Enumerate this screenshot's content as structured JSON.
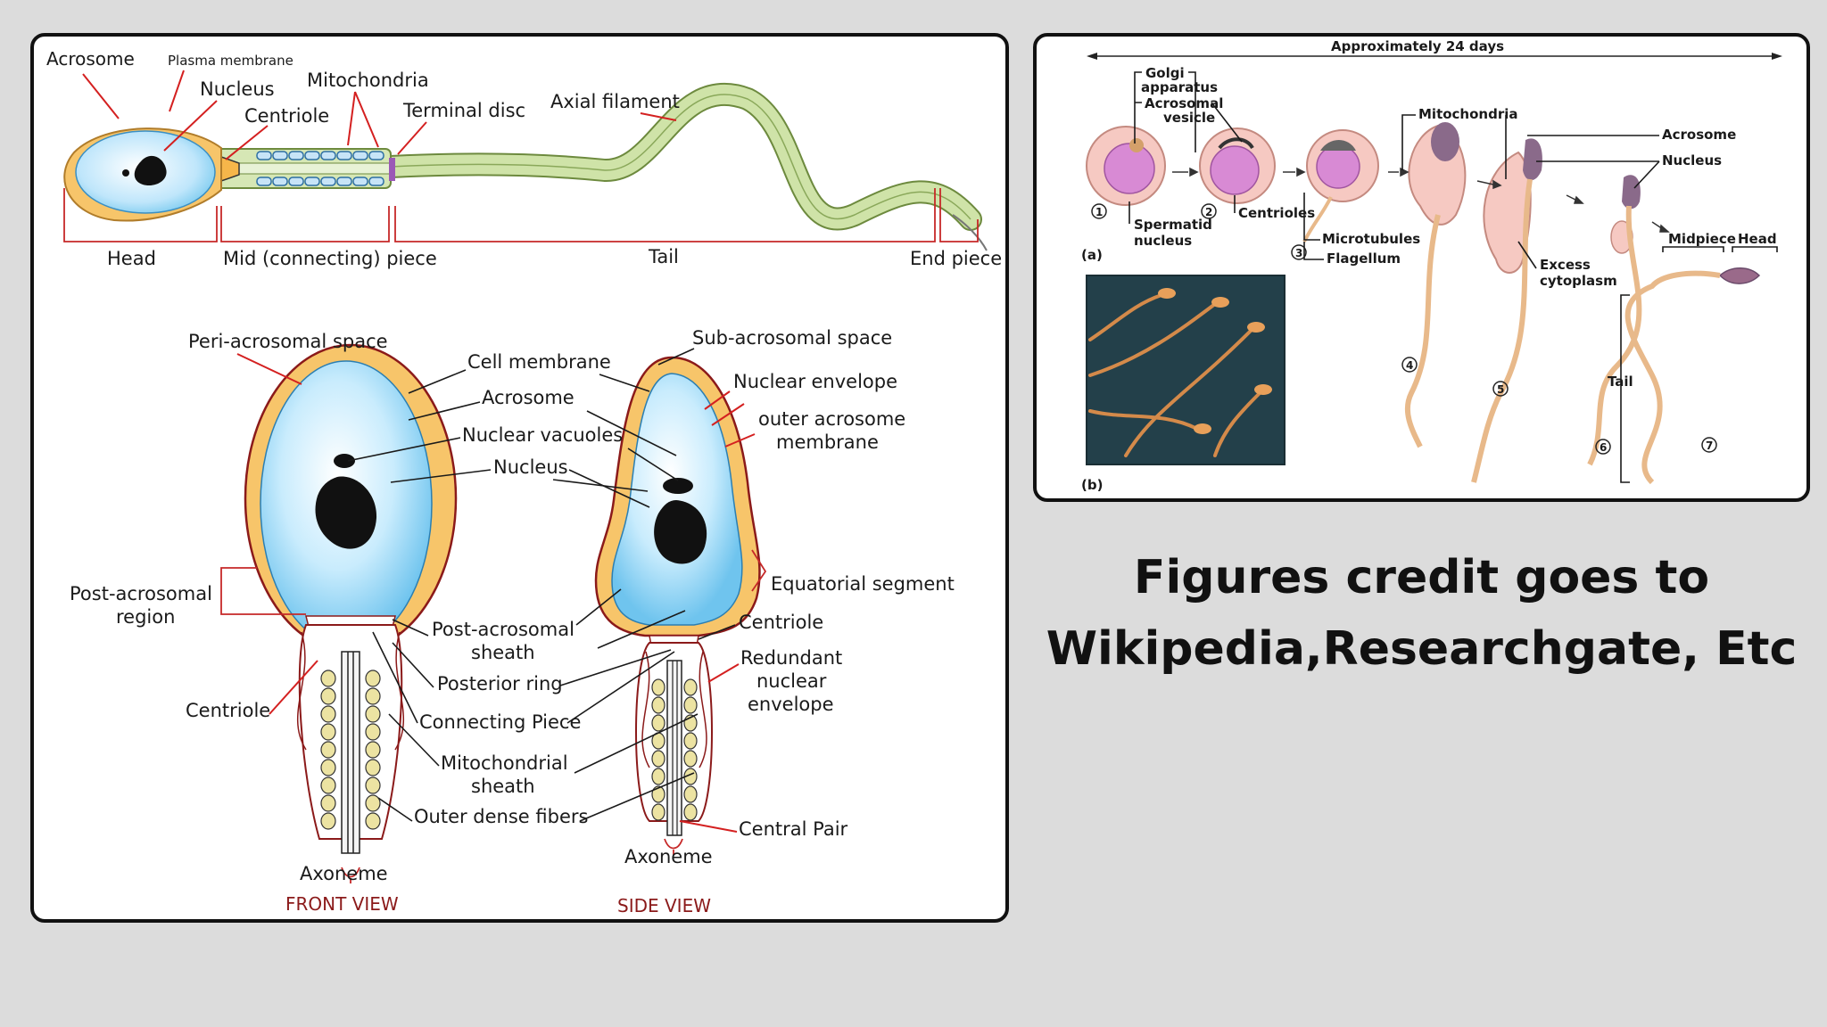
{
  "top_diagram": {
    "acrosome": "Acrosome",
    "plasma_membrane": "Plasma membrane",
    "nucleus": "Nucleus",
    "mitochondria": "Mitochondria",
    "centriole": "Centriole",
    "terminal_disc": "Terminal disc",
    "axial_filament": "Axial filament",
    "head": "Head",
    "mid_piece": "Mid (connecting) piece",
    "tail": "Tail",
    "end_piece": "End piece"
  },
  "views": {
    "peri_acrosomal_space": "Peri-acrosomal space",
    "cell_membrane": "Cell membrane",
    "acrosome": "Acrosome",
    "nuclear_vacuoles": "Nuclear vacuoles",
    "nucleus": "Nucleus",
    "sub_acrosomal_space": "Sub-acrosomal space",
    "nuclear_envelope": "Nuclear envelope",
    "outer_acrosome_line1": "outer acrosome",
    "outer_acrosome_line2": "membrane",
    "post_acrosomal_region_line1": "Post-acrosomal",
    "post_acrosomal_region_line2": "region",
    "equatorial_segment": "Equatorial segment",
    "post_acrosomal_sheath_line1": "Post-acrosomal",
    "post_acrosomal_sheath_line2": "sheath",
    "centriole_right": "Centriole",
    "posterior_ring": "Posterior ring",
    "redundant_line1": "Redundant",
    "redundant_line2": "nuclear",
    "redundant_line3": "envelope",
    "centriole_left": "Centriole",
    "connecting_piece": "Connecting Piece",
    "mito_sheath_line1": "Mitochondrial",
    "mito_sheath_line2": "sheath",
    "outer_dense_fibers": "Outer dense fibers",
    "central_pair": "Central Pair",
    "axoneme_front": "Axoneme",
    "axoneme_side": "Axoneme",
    "front_view": "FRONT VIEW",
    "side_view": "SIDE VIEW"
  },
  "spermiogenesis": {
    "duration": "Approximately 24 days",
    "golgi_line1": "Golgi",
    "golgi_line2": "apparatus",
    "acrosomal_line1": "Acrosomal",
    "acrosomal_line2": "vesicle",
    "mitochondria": "Mitochondria",
    "acrosome": "Acrosome",
    "nucleus": "Nucleus",
    "spermatid_line1": "Spermatid",
    "spermatid_line2": "nucleus",
    "centrioles": "Centrioles",
    "microtubules": "Microtubules",
    "flagellum": "Flagellum",
    "excess_line1": "Excess",
    "excess_line2": "cytoplasm",
    "midpiece": "Midpiece",
    "head": "Head",
    "tail": "Tail",
    "label_a": "(a)",
    "label_b": "(b)",
    "steps": [
      "1",
      "2",
      "3",
      "4",
      "5",
      "6",
      "7"
    ]
  },
  "credit": {
    "line1": "Figures credit goes to",
    "line2": "Wikipedia,Researchgate, Etc"
  },
  "colors": {
    "nucleus_fill": "#bfe6fb",
    "acrosome_fill": "#f7c56a",
    "tail_fill": "#cfe3a8",
    "leader_red": "#d42020",
    "view_caption": "#8b1a1a",
    "cell_pink": "#f6c9c2",
    "panel_border": "#111111"
  }
}
